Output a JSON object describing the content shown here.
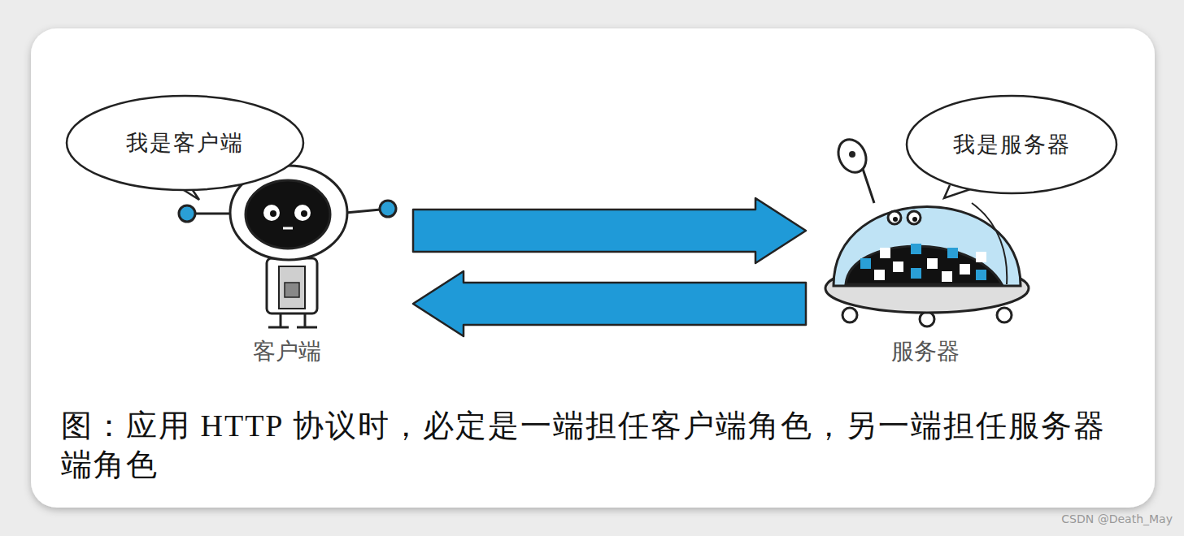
{
  "diagram": {
    "caption": "图：应用 HTTP 协议时，必定是一端担任客户端角色，另一端担任服务器端角色",
    "nodes": [
      {
        "text": [
          "我是客户端"
        ]
      },
      {
        "text": [
          "客户端"
        ]
      },
      {
        "text": [
          "我是服务器"
        ]
      },
      {
        "text": [
          "服务器"
        ]
      }
    ],
    "edges": [
      {
        "from": 1,
        "to": 3,
        "arrow": "to"
      },
      {
        "from": 3,
        "to": 1,
        "arrow": "to"
      }
    ],
    "labels": [
      "CSDN @Death_May"
    ]
  }
}
